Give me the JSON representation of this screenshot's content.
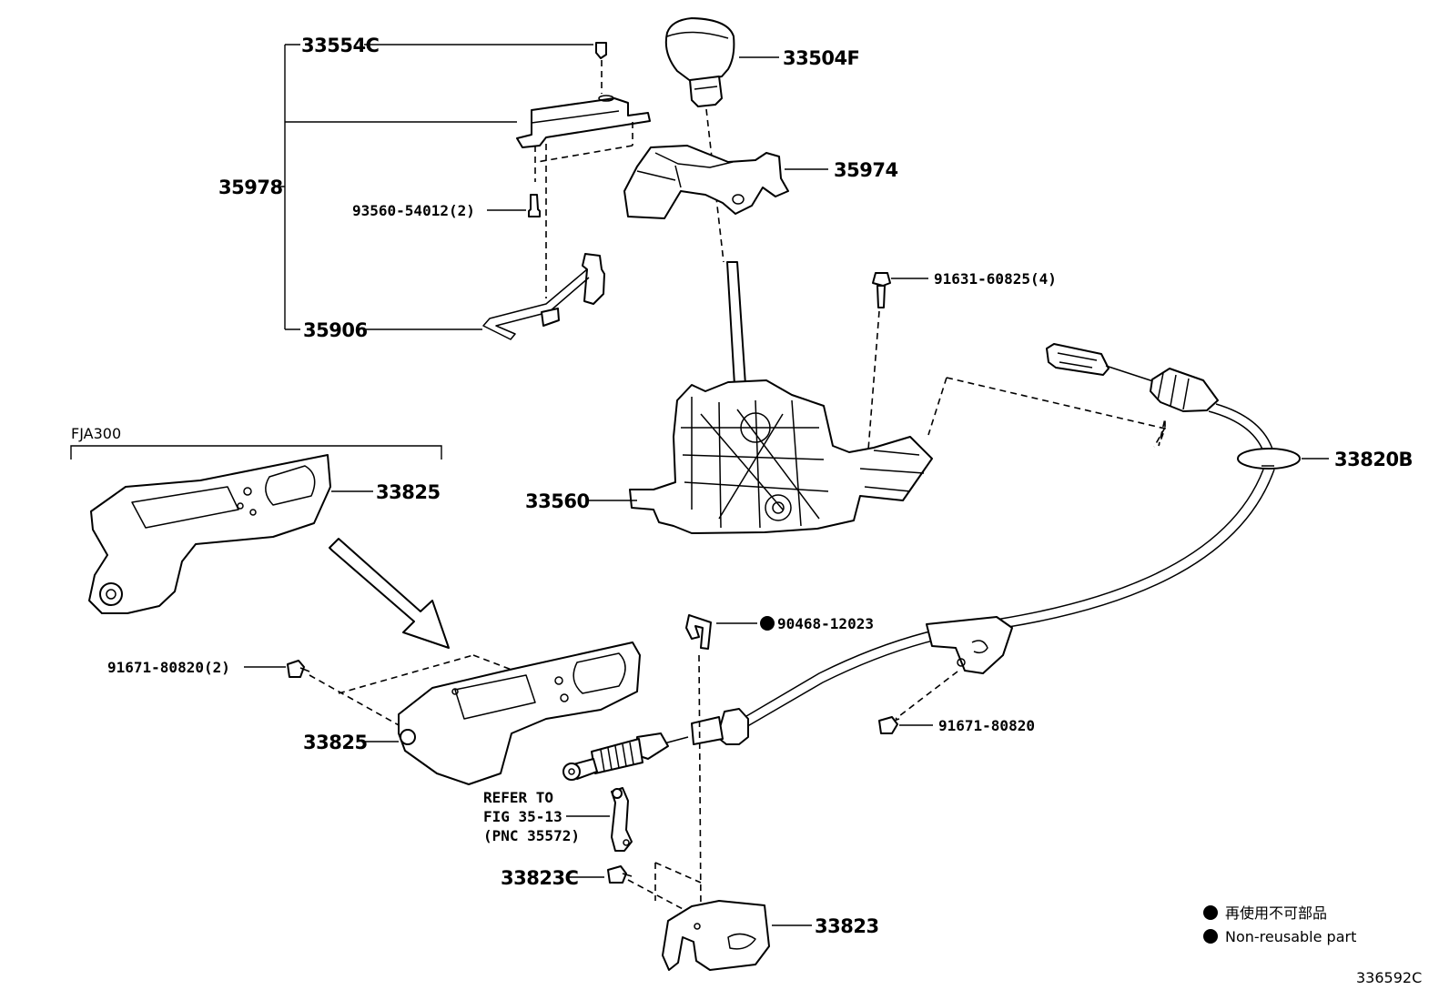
{
  "callouts": {
    "p33554C": "33554C",
    "p33504F": "33504F",
    "p35974": "35974",
    "p35978": "35978",
    "p93560": "93560-54012(2)",
    "p91631": "91631-60825(4)",
    "p35906": "35906",
    "p33820B": "33820B",
    "p33560": "33560",
    "p33825_top": "33825",
    "p33825_bottom": "33825",
    "p91671_2": "91671-80820(2)",
    "p90468": "90468-12023",
    "p91671": "91671-80820",
    "p33823C": "33823C",
    "p33823": "33823"
  },
  "variant_label": "FJA300",
  "refer_note": {
    "line1": "REFER TO",
    "line2": "FIG 35-13",
    "line3": "(PNC 35572)"
  },
  "legend": {
    "jp": "再使用不可部品",
    "en": "Non-reusable part"
  },
  "figure_code": "336592C"
}
